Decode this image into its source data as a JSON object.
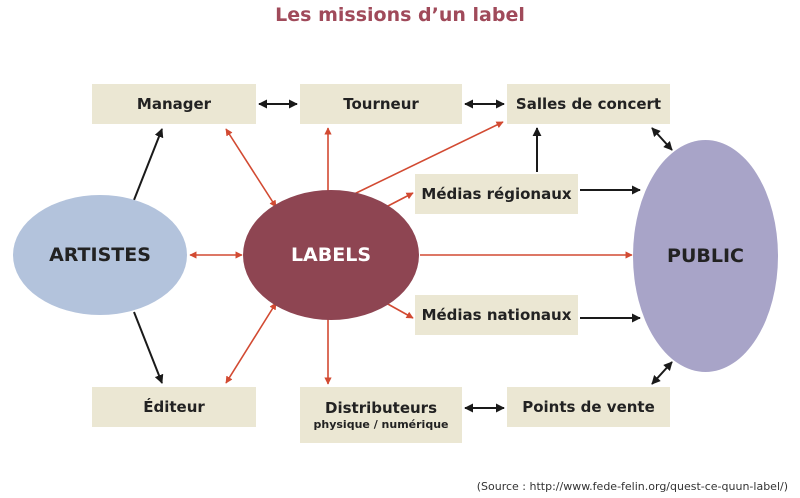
{
  "title": "Les missions d’un label",
  "nodes": {
    "manager": "Manager",
    "tourneur": "Tourneur",
    "salles": "Salles de concert",
    "medias_regionaux": "Médias régionaux",
    "medias_nationaux": "Médias nationaux",
    "editeur": "Éditeur",
    "distributeurs": "Distributeurs",
    "distributeurs_sub": "physique / numérique",
    "points_de_vente": "Points de vente",
    "artistes": "ARTISTES",
    "labels": "LABELS",
    "public": "PUBLIC"
  },
  "colors": {
    "title": "#a04a5a",
    "box": "#ebe7d3",
    "artistes": "#b3c3dc",
    "labels": "#8e4552",
    "public": "#a8a4c8",
    "red_arrow": "#d24a32",
    "black_arrow": "#1a1a1a"
  },
  "source": "(Source : http://www.fede-felin.org/quest-ce-quun-label/)"
}
